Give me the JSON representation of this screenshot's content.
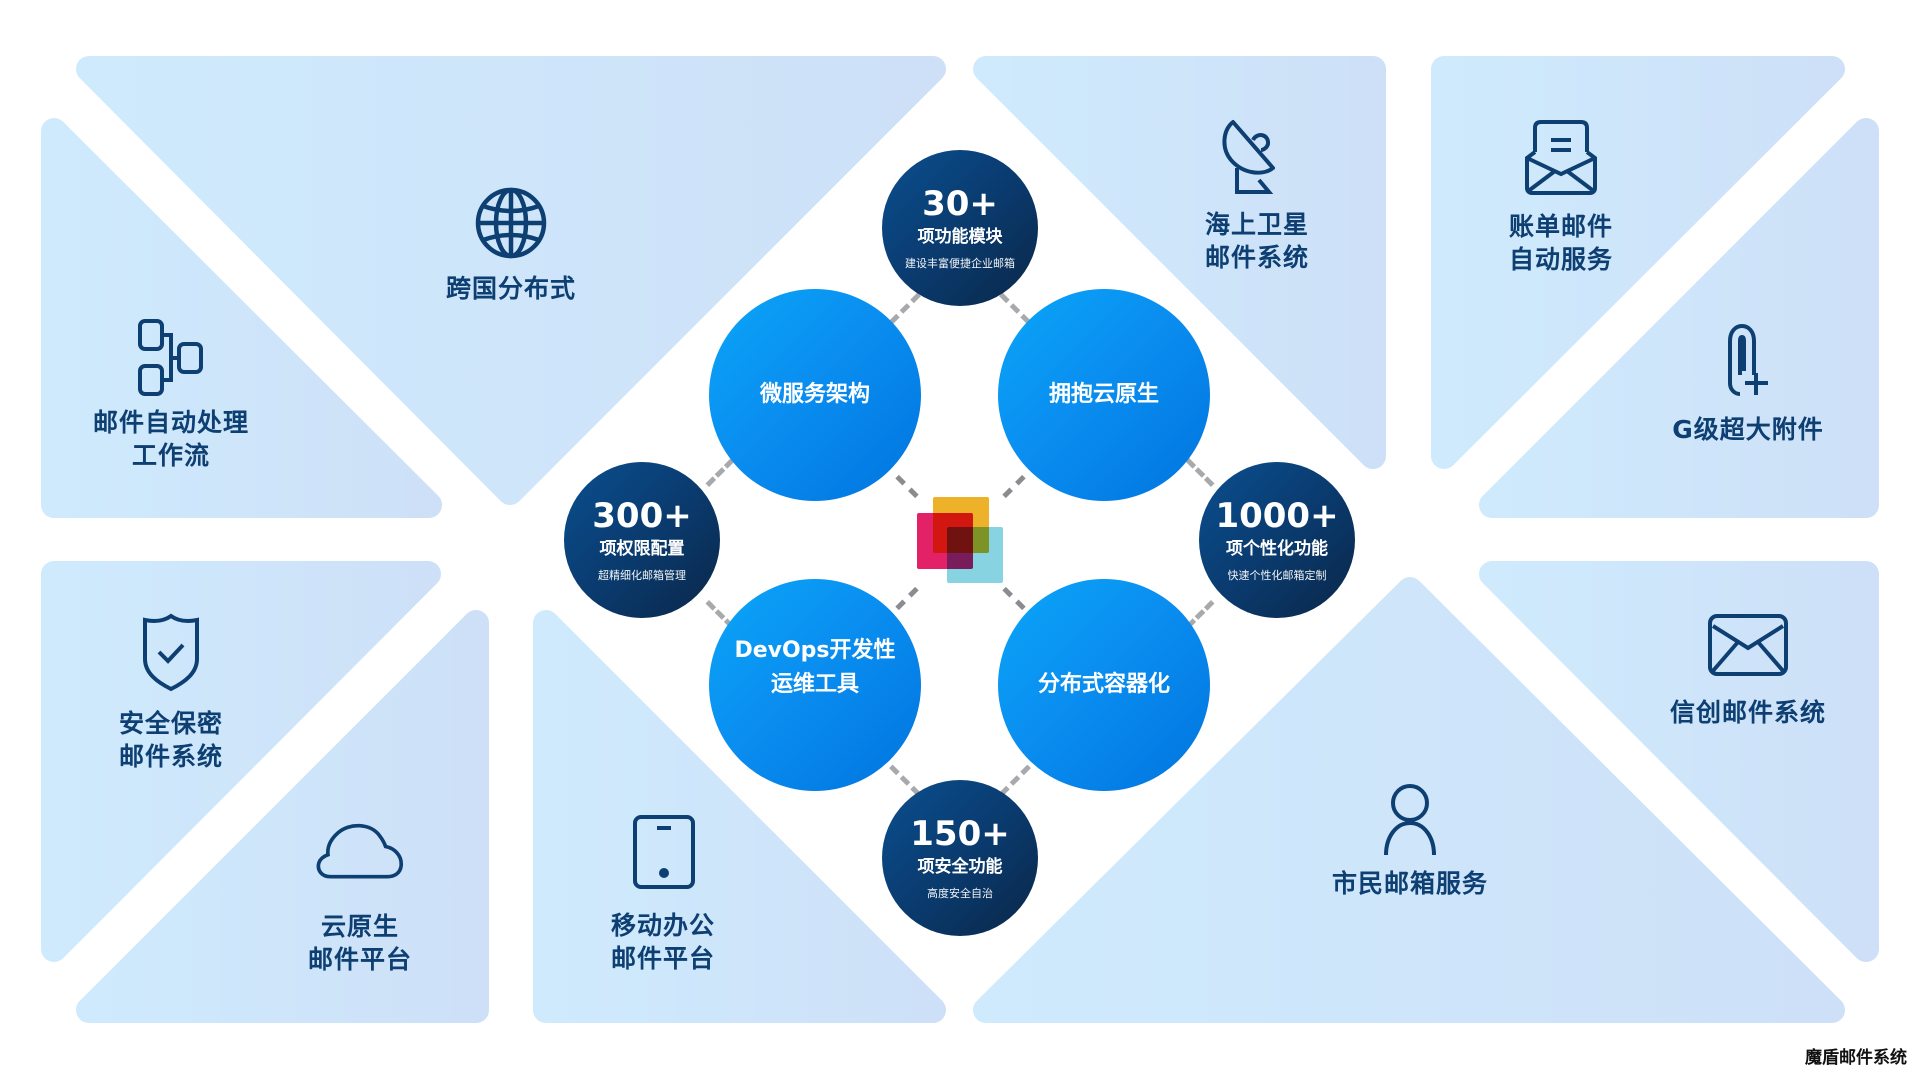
{
  "colors": {
    "tile_fill_start": "#cfe9fc",
    "tile_fill_end": "#cde1f8",
    "icon_text": "#0e3f72",
    "big_circle_start": "#0aa6f8",
    "big_circle_end": "#0074df",
    "dark_circle_start": "#0b4f8f",
    "dark_circle_end": "#0a2748",
    "dash": "#a7a9ac",
    "logo_yellow": "#edb22a",
    "logo_pink": "#e0155a",
    "logo_cyan": "#7fd0df"
  },
  "tiles": [
    {
      "id": "cross-border",
      "icon": "globe-icon",
      "lines": [
        "跨国分布式"
      ]
    },
    {
      "id": "workflow",
      "icon": "workflow-icon",
      "lines": [
        "邮件自动处理",
        "工作流"
      ]
    },
    {
      "id": "secure",
      "icon": "shield-check-icon",
      "lines": [
        "安全保密",
        "邮件系统"
      ]
    },
    {
      "id": "cloud",
      "icon": "cloud-icon",
      "lines": [
        "云原生",
        "邮件平台"
      ]
    },
    {
      "id": "mobile",
      "icon": "tablet-icon",
      "lines": [
        "移动办公",
        "邮件平台"
      ]
    },
    {
      "id": "satellite",
      "icon": "satellite-dish-icon",
      "lines": [
        "海上卫星",
        "邮件系统"
      ]
    },
    {
      "id": "billing",
      "icon": "open-envelope-icon",
      "lines": [
        "账单邮件",
        "自动服务"
      ]
    },
    {
      "id": "attachment",
      "icon": "paperclip-plus-icon",
      "lines": [
        "G级超大附件"
      ]
    },
    {
      "id": "xinchuang",
      "icon": "envelope-icon",
      "lines": [
        "信创邮件系统"
      ]
    },
    {
      "id": "citizen",
      "icon": "user-icon",
      "lines": [
        "市民邮箱服务"
      ]
    }
  ],
  "core": [
    {
      "id": "microservice",
      "lines": [
        "微服务架构"
      ]
    },
    {
      "id": "cloud-native",
      "lines": [
        "拥抱云原生"
      ]
    },
    {
      "id": "devops",
      "lines": [
        "DevOps开发性",
        "运维工具"
      ]
    },
    {
      "id": "container",
      "lines": [
        "分布式容器化"
      ]
    }
  ],
  "stats": [
    {
      "id": "modules",
      "number": "30+",
      "title": "项功能模块",
      "desc": "建设丰富便捷企业邮箱"
    },
    {
      "id": "permissions",
      "number": "300+",
      "title": "项权限配置",
      "desc": "超精细化邮箱管理"
    },
    {
      "id": "personalization",
      "number": "1000+",
      "title": "项个性化功能",
      "desc": "快速个性化邮箱定制"
    },
    {
      "id": "security",
      "number": "150+",
      "title": "项安全功能",
      "desc": "高度安全自治"
    }
  ],
  "center_logo": "overlapping-squares-logo",
  "watermark": "魔盾邮件系统"
}
